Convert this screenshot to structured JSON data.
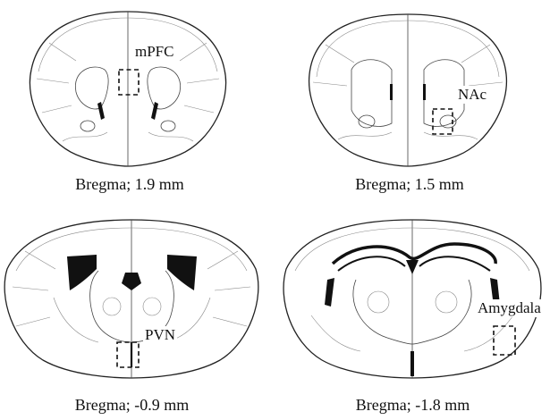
{
  "panels": [
    {
      "region_label": "mPFC",
      "caption": "Bregma; 1.9 mm"
    },
    {
      "region_label": "NAc",
      "caption": "Bregma; 1.5 mm"
    },
    {
      "region_label": "PVN",
      "caption": "Bregma; -0.9 mm"
    },
    {
      "region_label": "Amygdala",
      "caption": "Bregma; -1.8 mm"
    }
  ]
}
